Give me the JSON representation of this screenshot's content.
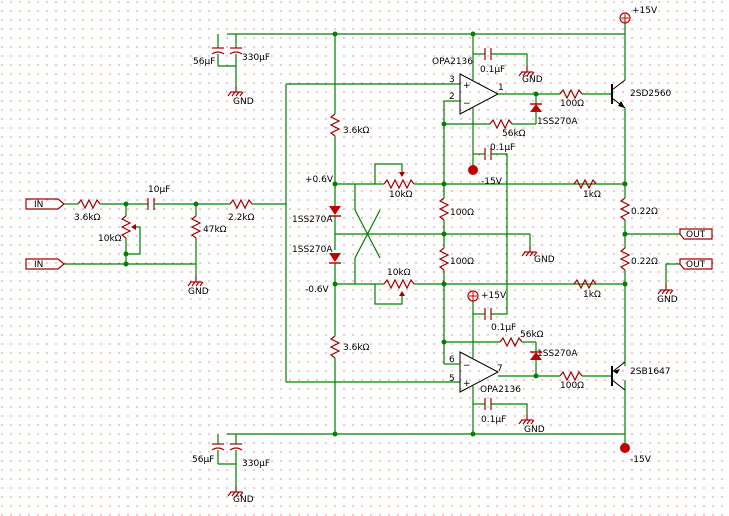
{
  "power": {
    "pos_rail": "+15V",
    "neg_rail": "-15V",
    "gnd": "GND"
  },
  "ports": {
    "in_upper": "IN",
    "in_lower": "IN",
    "out_upper": "OUT",
    "out_lower": "OUT"
  },
  "input_stage": {
    "r_in": "3.6kΩ",
    "pot": "10kΩ",
    "c_in": "10μF",
    "r_shunt": "47kΩ",
    "r_series": "2.2kΩ"
  },
  "supply_caps": {
    "top_c1": "56μF",
    "top_c2": "330μF",
    "bot_c1": "56μF",
    "bot_c2": "330μF",
    "top_gnd": "GND",
    "bot_gnd": "GND"
  },
  "bias": {
    "r_top": "3.6kΩ",
    "r_bot": "3.6kΩ",
    "v_pos": "+0.6V",
    "v_neg": "-0.6V",
    "d_top": "1SS270A",
    "d_bot": "1SS270A",
    "pot_top": "10kΩ",
    "pot_bot": "10kΩ",
    "r_mid_top": "100Ω",
    "r_mid_bot": "100Ω",
    "mid_gnd": "GND"
  },
  "upper_amp": {
    "opamp": "OPA2136",
    "pin3": "3",
    "pin2": "2",
    "pin1": "1",
    "decoupling_top": "0.1μF",
    "decoupling_bot": "0.1μF",
    "neg_supply": "-15V",
    "r_base": "100Ω",
    "diode": "1SS270A",
    "r_fb": "56kΩ",
    "transistor": "2SD2560",
    "r_emitter": "0.22Ω",
    "r_fb2": "1kΩ",
    "gnd": "GND"
  },
  "lower_amp": {
    "opamp": "OPA2136",
    "pin5": "5",
    "pin6": "6",
    "pin7": "7",
    "decoupling_top": "0.1μF",
    "decoupling_bot": "0.1μF",
    "pos_supply": "+15V",
    "r_base": "100Ω",
    "diode": "1SS270A",
    "r_fb": "56kΩ",
    "transistor": "2SB1647",
    "r_emitter": "0.22Ω",
    "r_fb2": "1kΩ",
    "gnd": "GND"
  },
  "output_gnd": "GND"
}
